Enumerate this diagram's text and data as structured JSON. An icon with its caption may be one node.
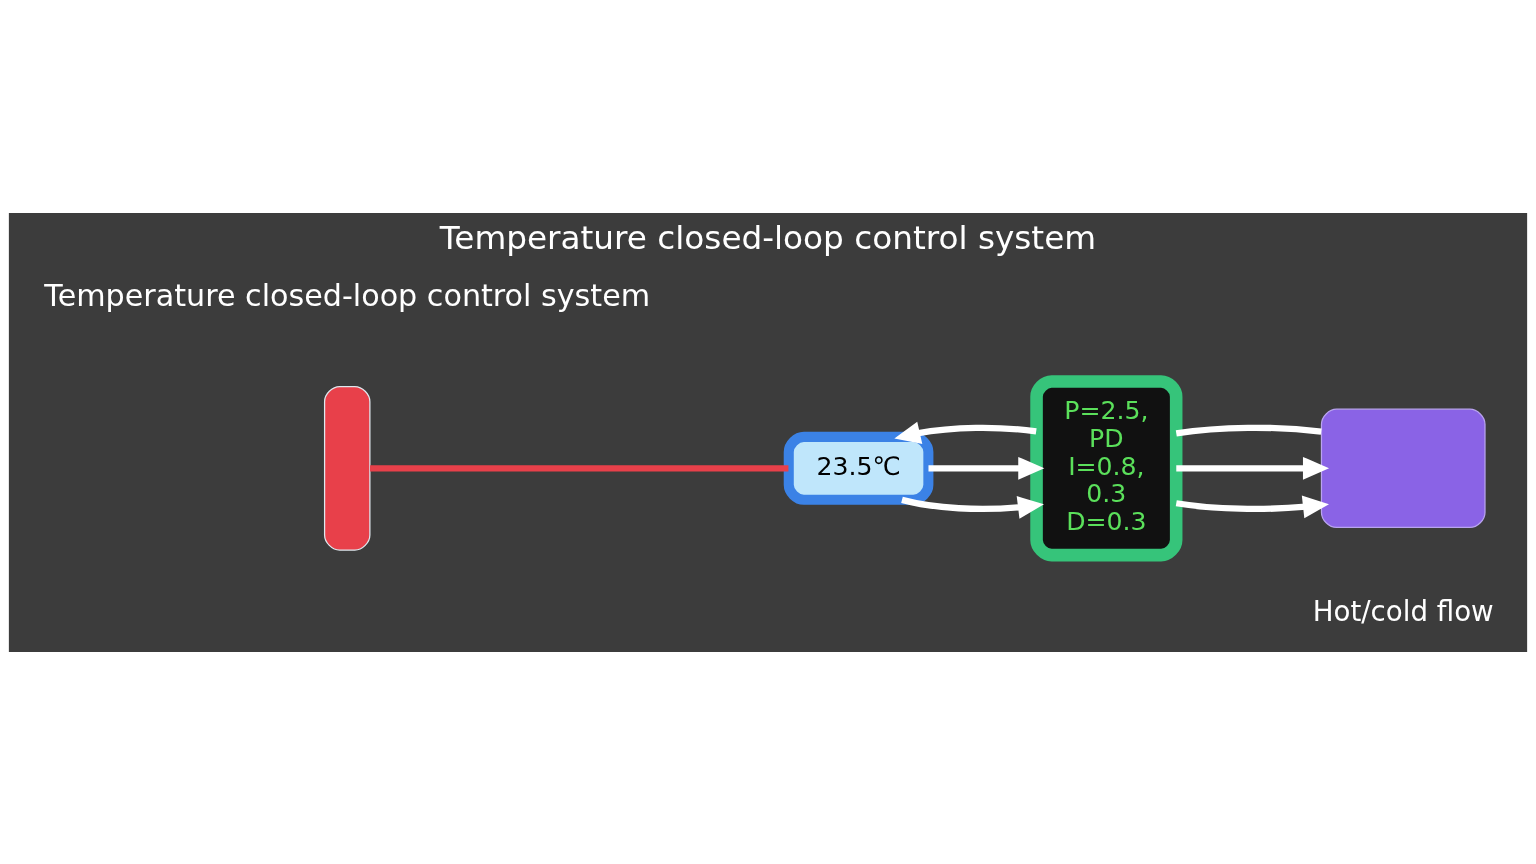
{
  "diagram": {
    "title": "Temperature closed-loop control system",
    "nodes": [
      {
        "text": [],
        "shape": "box"
      },
      {
        "text": [
          "23.5℃"
        ]
      },
      {
        "text": [
          "P=2.5,",
          "PD",
          "I=0.8,",
          "0.3",
          "D=0.3"
        ]
      },
      {
        "text": [],
        "shape": "box",
        "beside": [
          "Hot/cold flow"
        ]
      }
    ],
    "edges": [
      {
        "from": 0,
        "to": 1,
        "arrow": "none",
        "color": "#e8404a"
      },
      {
        "from": 1,
        "to": 2,
        "arrow": "to"
      },
      {
        "from": 1,
        "to": 2,
        "arrow": "to"
      },
      {
        "from": 2,
        "to": 3,
        "arrow": "to"
      },
      {
        "from": 2,
        "to": 3,
        "arrow": "to"
      },
      {
        "from": 2,
        "to": 1,
        "arrow": "to"
      },
      {
        "from": 2,
        "to": 3,
        "arrow": "none"
      }
    ],
    "labels": [
      "Temperature closed-loop control system"
    ]
  }
}
